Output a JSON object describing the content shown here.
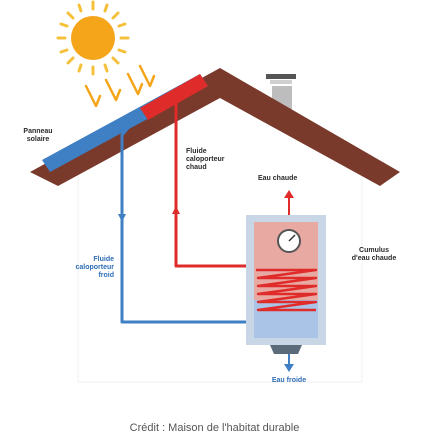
{
  "labels": {
    "solar_panel": [
      "Panneau",
      "solaire"
    ],
    "hot_fluid": [
      "Fluide",
      "caloporteur",
      "chaud"
    ],
    "hot_water": "Eau chaude",
    "cold_fluid": [
      "Fluide",
      "caloporteur",
      "froid"
    ],
    "tank": [
      "Cumulus",
      "d'eau chaude"
    ],
    "cold_water": "Eau froide"
  },
  "credit": "Crédit : Maison de l'habitat durable",
  "colors": {
    "roof": "#7a3a2b",
    "panel": "#3f7fc4",
    "hot_pipe": "#e02b2b",
    "cold_pipe": "#3f7fc4",
    "sun": "#f5a51a",
    "tank_body": "#c9d6e6",
    "chimney": "#bfbfbf"
  },
  "icons": [
    "sun-icon",
    "sun-rays-icon",
    "gauge-icon",
    "arrow-up-icon",
    "arrow-down-icon"
  ]
}
